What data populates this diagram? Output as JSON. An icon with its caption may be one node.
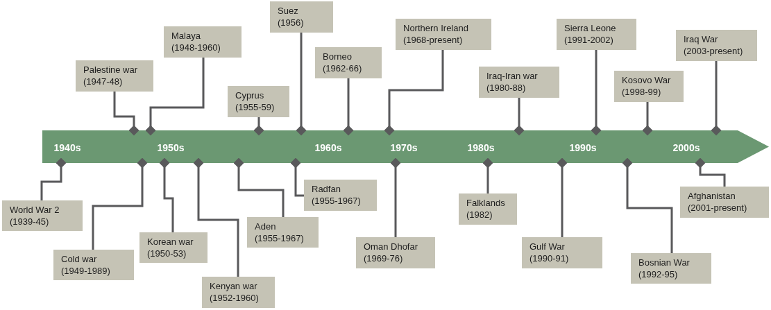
{
  "diagram": {
    "nodes": [
      {
        "text": [
          "1940s",
          "1950s",
          "1960s",
          "1970s",
          "1980s",
          "1990s",
          "2000s"
        ]
      },
      {
        "text": [
          "Palestine war",
          "(1947-48)"
        ]
      },
      {
        "text": [
          "Malaya",
          "(1948-1960)"
        ]
      },
      {
        "text": [
          "Cyprus",
          "(1955-59)"
        ]
      },
      {
        "text": [
          "Suez",
          "(1956)"
        ]
      },
      {
        "text": [
          "Borneo",
          "(1962-66)"
        ]
      },
      {
        "text": [
          "Northern Ireland",
          "(1968-present)"
        ]
      },
      {
        "text": [
          "Iraq-Iran war",
          "(1980-88)"
        ]
      },
      {
        "text": [
          "Sierra Leone",
          "(1991-2002)"
        ]
      },
      {
        "text": [
          "Kosovo War",
          "(1998-99)"
        ]
      },
      {
        "text": [
          "Iraq War",
          "(2003-present)"
        ]
      },
      {
        "text": [
          "World War 2",
          "(1939-45)"
        ]
      },
      {
        "text": [
          "Cold war",
          "(1949-1989)"
        ]
      },
      {
        "text": [
          "Korean war",
          "(1950-53)"
        ]
      },
      {
        "text": [
          "Kenyan war",
          "(1952-1960)"
        ]
      },
      {
        "text": [
          "Aden",
          "(1955-1967)"
        ]
      },
      {
        "text": [
          "Radfan",
          "(1955-1967)"
        ]
      },
      {
        "text": [
          "Oman Dhofar",
          "(1969-76)"
        ]
      },
      {
        "text": [
          "Falklands",
          "(1982)"
        ]
      },
      {
        "text": [
          "Gulf War",
          "(1990-91)"
        ]
      },
      {
        "text": [
          "Bosnian War",
          "(1992-95)"
        ]
      },
      {
        "text": [
          "Afghanistan",
          "(2001-present)"
        ]
      }
    ],
    "edges": [
      {
        "from": 1,
        "to": 0,
        "arrow": "other"
      },
      {
        "from": 2,
        "to": 0,
        "arrow": "other"
      },
      {
        "from": 3,
        "to": 0,
        "arrow": "other"
      },
      {
        "from": 4,
        "to": 0,
        "arrow": "other"
      },
      {
        "from": 5,
        "to": 0,
        "arrow": "other"
      },
      {
        "from": 6,
        "to": 0,
        "arrow": "other"
      },
      {
        "from": 7,
        "to": 0,
        "arrow": "other"
      },
      {
        "from": 8,
        "to": 0,
        "arrow": "other"
      },
      {
        "from": 9,
        "to": 0,
        "arrow": "other"
      },
      {
        "from": 10,
        "to": 0,
        "arrow": "other"
      },
      {
        "from": 11,
        "to": 0,
        "arrow": "other"
      },
      {
        "from": 12,
        "to": 0,
        "arrow": "other"
      },
      {
        "from": 13,
        "to": 0,
        "arrow": "other"
      },
      {
        "from": 14,
        "to": 0,
        "arrow": "other"
      },
      {
        "from": 15,
        "to": 0,
        "arrow": "other"
      },
      {
        "from": 16,
        "to": 0,
        "arrow": "other"
      },
      {
        "from": 17,
        "to": 0,
        "arrow": "other"
      },
      {
        "from": 18,
        "to": 0,
        "arrow": "other"
      },
      {
        "from": 19,
        "to": 0,
        "arrow": "other"
      },
      {
        "from": 20,
        "to": 0,
        "arrow": "other"
      },
      {
        "from": 21,
        "to": 0,
        "arrow": "other"
      }
    ]
  }
}
